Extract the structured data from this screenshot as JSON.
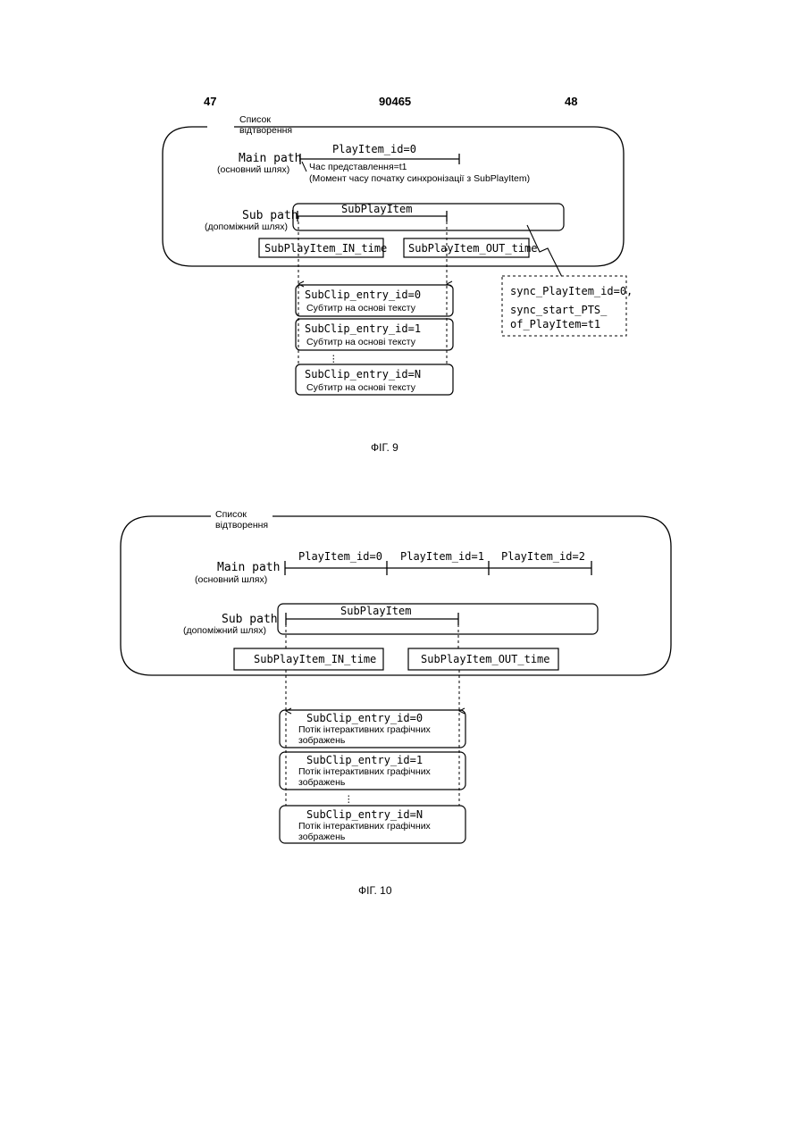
{
  "header": {
    "page_left": "47",
    "doc_number": "90465",
    "page_right": "48"
  },
  "fig9": {
    "playlist_label_1": "Список",
    "playlist_label_2": "відтворення",
    "main_path_label": "Main path",
    "main_path_sub": "(основний шлях)",
    "playitem_label": "PlayItem_id=0",
    "time_line_1": "Час представлення=t1",
    "time_line_2": "(Момент часу початку синхронізації з SubPlayItem)",
    "sub_path_label": "Sub path",
    "sub_path_sub": "(допоміжний шлях)",
    "subplayitem_label": "SubPlayItem",
    "in_time": "SubPlayItem_IN_time",
    "out_time": "SubPlayItem_OUT_time",
    "sync_1": "sync_PlayItem_id=0,",
    "sync_2": "sync_start_PTS_",
    "sync_3": "of_PlayItem=t1",
    "entries": [
      {
        "id": "SubClip_entry_id=0",
        "desc": "Субтитр на основі тексту"
      },
      {
        "id": "SubClip_entry_id=1",
        "desc": "Субтитр на основі тексту"
      },
      {
        "id": "SubClip_entry_id=N",
        "desc": "Субтитр на основі тексту"
      }
    ],
    "dots": "⋮",
    "caption": "ФІГ. 9"
  },
  "fig10": {
    "playlist_label_1": "Список",
    "playlist_label_2": "відтворення",
    "main_path_label": "Main path",
    "main_path_sub": "(основний шлях)",
    "playitems": [
      "PlayItem_id=0",
      "PlayItem_id=1",
      "PlayItem_id=2"
    ],
    "sub_path_label": "Sub path",
    "sub_path_sub": "(допоміжний шлях)",
    "subplayitem_label": "SubPlayItem",
    "in_time": "SubPlayItem_IN_time",
    "out_time": "SubPlayItem_OUT_time",
    "entries": [
      {
        "id": "SubClip_entry_id=0",
        "desc_1": "Потік інтерактивних графічних",
        "desc_2": "зображень"
      },
      {
        "id": "SubClip_entry_id=1",
        "desc_1": "Потік інтерактивних графічних",
        "desc_2": "зображень"
      },
      {
        "id": "SubClip_entry_id=N",
        "desc_1": "Потік інтерактивних графічних",
        "desc_2": "зображень"
      }
    ],
    "dots": "⋮",
    "caption": "ФІГ. 10"
  }
}
